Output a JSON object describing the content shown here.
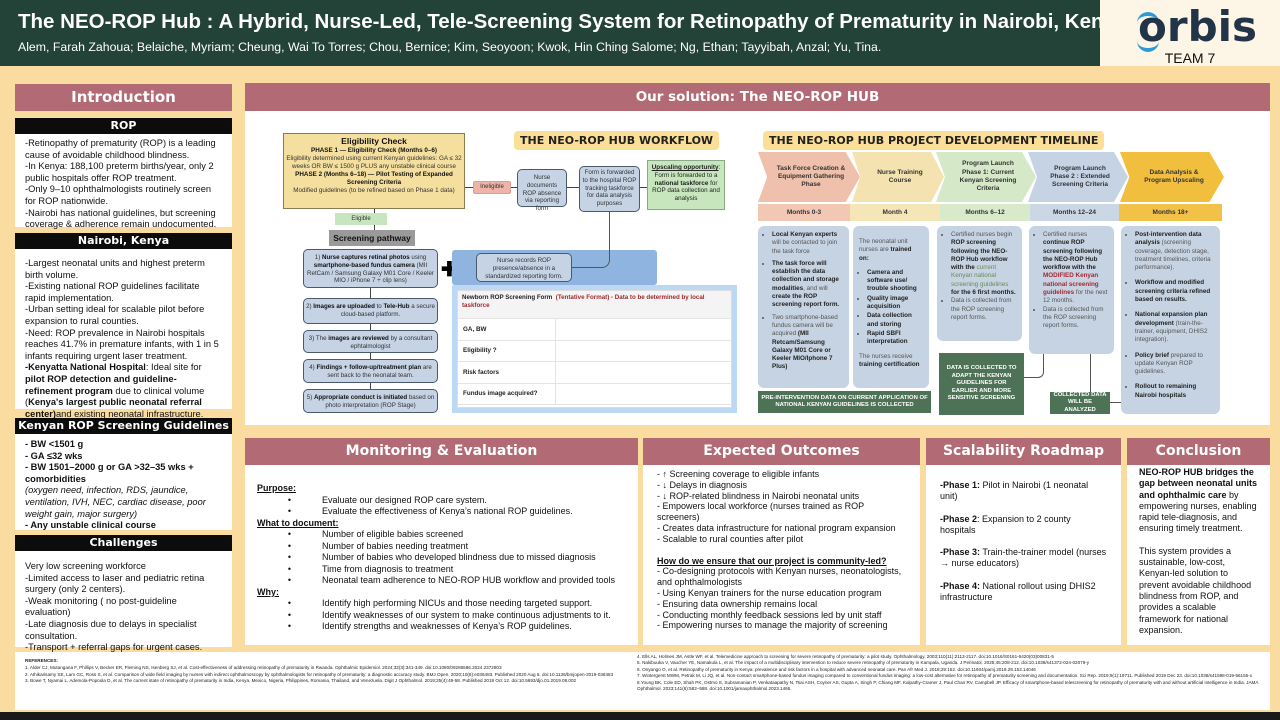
{
  "header": {
    "title": "The NEO-ROP Hub : A Hybrid, Nurse-Led, Tele-Screening System for Retinopathy of Prematurity in Nairobi, Kenya",
    "authors": "Alem, Farah Zahoua; Belaiche, Myriam; Cheung, Wai To Torres; Chou, Bernice; Kim, Seoyoon; Kwok, Hin Ching Salome; Ng, Ethan; Tayyibah, Anzal; Yu, Tina.",
    "logo_text": "orbis",
    "team": "TEAM 7"
  },
  "colors": {
    "header_bg": "#234238",
    "section_header": "#b26b74",
    "page_bg": "#fbdca0",
    "logo_accent": "#2e9bd6"
  },
  "introduction": {
    "title": "Introduction",
    "rop": {
      "title": "ROP",
      "lines": [
        "-Retinopathy of prematurity (ROP) is a leading cause of avoidable childhood blindness.",
        "-In Kenya: 188,100 preterm births/year, only 2 public hospitals offer ROP treatment.",
        "-Only 9–10 ophthalmologists routinely screen for ROP nationwide.",
        "-Nairobi has national guidelines, but screening coverage & adherence remain undocumented."
      ]
    },
    "nairobi": {
      "title": "Nairobi, Kenya",
      "lines": [
        "-Largest neonatal units and highest preterm birth volume.",
        "-Existing national ROP guidelines facilitate rapid implementation.",
        "-Urban setting ideal for scalable pilot before expansion to rural counties.",
        "-Need: ROP prevalence in Nairobi hospitals reaches 41.7% in premature infants, with 1 in 5 infants requiring urgent laser treatment."
      ],
      "knh_label": "-Kenyatta National Hospital",
      "knh_t1": ": Ideal site for ",
      "knh_b1": "pilot ROP detection and guideline-refinement program",
      "knh_t2": " due to clinical volume (",
      "knh_b2": "Kenya's largest public neonatal referral center)",
      "knh_t3": "and existing neonatal infrastructure."
    },
    "guidelines": {
      "title": "Kenyan ROP Screening Guidelines",
      "items": [
        "- BW <1501 g",
        "- GA ≤32 wks",
        "- BW 1501–2000 g or GA >32–35 wks + comorbidities"
      ],
      "comorbidities": "(oxygen need, infection, RDS, jaundice, ventilation, IVH, NEC, cardiac disease, poor weight gain, major surgery)",
      "last": "- Any unstable clinical course"
    },
    "challenges": {
      "title": "Challenges",
      "lines": [
        "Very low screening workforce",
        "-Limited access to laser and pediatric retina surgery (only 2 centers).",
        "-Weak monitoring ( no post-guideline evaluation)",
        "-Late diagnosis due to delays in specialist consultation.",
        "-Transport + referral gaps for urgent cases."
      ]
    }
  },
  "solution": {
    "title": "Our solution: The NEO-ROP HUB",
    "workflow": {
      "title": "THE NEO-ROP HUB WORKFLOW",
      "eligibility": {
        "title": "Eligibility Check",
        "phase1": "PHASE 1 — Eligibility Check (Months 0–6)",
        "phase1_desc": "Eligibility determined using current Kenyan guidelines: GA ≤ 32 weeks OR BW ≤ 1500 g PLUS any unstable clinical course",
        "phase2": "PHASE 2 (Months 6–18) — Pilot Testing of Expanded Screening Criteria",
        "phase2_desc": "Modified guidelines (to be refined based on Phase 1 data)"
      },
      "ineligible": "Ineligible",
      "eligible": "Eligible",
      "pathway": "Screening pathway",
      "documents": "Nurse documents ROP absence via reporting form",
      "forwarded": "Form is forwarded to the hospital ROP tracking taskforce for data analysis purposes",
      "upscaling_title": "Upscaling opportunity",
      "upscaling_t1": ": Form is forwarded to a ",
      "upscaling_b": "national taskforce",
      "upscaling_t2": " for ROP data collection and analysis",
      "records": "Nurse records ROP presence/absence in a standardized reporting form.",
      "steps": [
        {
          "pre": "1) ",
          "bold": "Nurse captures retinal photos",
          "post": " using ",
          "bold2": "smartphone-based fundus camera",
          "post2": " (MII RetCam / Samsung Galaxy M01 Core / Keeler MIO / iPhone 7 + clip lens)"
        },
        {
          "pre": "2) ",
          "bold": "Images are uploaded",
          "post": " to ",
          "bold2": "Tele-Hub",
          "post2": " a secure cloud-based platform."
        },
        {
          "pre": "3) The ",
          "bold": "images are reviewed",
          "post": " by a consultant ephtalmologist",
          "bold2": "",
          "post2": ""
        },
        {
          "pre": "4) ",
          "bold": "Findings + follow-up/treatment plan",
          "post": " are sent back to the neonatal team.",
          "bold2": "",
          "post2": ""
        },
        {
          "pre": "5) ",
          "bold": "Appropriate conduct is initiated",
          "post": " based on photo interpretation (ROP Stage)",
          "bold2": "",
          "post2": ""
        }
      ],
      "form": {
        "title": "Newborn ROP Screening Form",
        "note": "(Tentative Format) - Data to be determined by local taskforce",
        "rows": [
          "GA, BW",
          "Eligibility ?",
          "Risk factors",
          "Fundus image acquired?"
        ]
      }
    },
    "timeline": {
      "title": "THE NEO-ROP HUB PROJECT DEVELOPMENT TIMELINE",
      "phases": [
        {
          "name": "Task Force Creation & Equipment Gathering Phase",
          "months": "Months 0-3",
          "color": "#efc0ab",
          "mcolor": "#f2c8b4"
        },
        {
          "name": "Nurse Training Course",
          "months": "Month 4",
          "color": "#f4e3b0",
          "mcolor": "#f5e6b8"
        },
        {
          "name": "Program Launch Phase 1: Current Kenyan Screening Criteria",
          "months": "Months 6–12",
          "color": "#d5e8c7",
          "mcolor": "#d9eacb"
        },
        {
          "name": "Program Launch Phase 2 : Extended Screening Criteria",
          "months": "Months 12–24",
          "color": "#c6d3e5",
          "mcolor": "#ccd7e6"
        },
        {
          "name": "Data Analysis & Program Upscaling",
          "months": "Months 18+",
          "color": "#f1bf3d",
          "mcolor": "#f1c148"
        }
      ],
      "card1": {
        "b1": "Local Kenyan experts",
        "t1": " will be contacted to join the task force",
        "b2": "The task force will establish the data collection and storage modalities",
        "t2": ", and will ",
        "b3": "create the ROP screening report form.",
        "t3": "Two smartphone-based fundus camera will be acquired ",
        "b4": "(MII Retcam/Samsung Galaxy M01 Core or Keeler MIO/Iphone 7 Plus)"
      },
      "card2": {
        "intro": "The neonatal unit nurses are ",
        "intro_b": "trained on:",
        "items": [
          "Camera and software use/ trouble shooting",
          "Quality image acquisition",
          "Data collection and storing",
          "Rapid SBFI interpretation"
        ],
        "outro": "The nurses receive ",
        "outro_b": "training certification"
      },
      "card3": {
        "t1": "Certified nurses begin ",
        "b1": "ROP screening following the NEO-ROP Hub workflow with the",
        "g1": " current Kenyan national screening guidelines",
        "b2": " for the 6 first months.",
        "t2": "Data is collected from the ROP screening report forms."
      },
      "card4": {
        "t1": "Certified nurses ",
        "b1": "continue ROP screening following the NEO-ROP Hub workflow with the ",
        "r1": "MODIFIED Kenyan national screening guidelines",
        "t2": " for the next 12 months.",
        "t3": "Data is collected from the ROP screening report forms."
      },
      "card5": {
        "items": [
          {
            "b": "Post-intervention data analysis",
            "t": " (screening coverage, detection stage, treatment timelines, criteria performance)."
          },
          {
            "b": "Workflow and modified screening criteria refined based on results.",
            "t": ""
          },
          {
            "b": "National expansion plan development",
            "t": " (train-the-trainer, equipment, DHIS2 integration)."
          },
          {
            "b": "Policy brief",
            "t": " prepared to update Kenyan ROP guidelines."
          },
          {
            "b": "Rollout to remaining Nairobi hospitals",
            "t": ""
          }
        ]
      },
      "pre_data": "PRE-INTERVENTION DATA ON CURRENT APPLICATION OF NATIONAL KENYAN GUIDELINES IS COLLECTED",
      "adapt": "DATA IS COLLECTED TO ADAPT THE KENYAN GUIDELINES FOR EARLIER AND MORE SENSITIVE SCREENING",
      "analyzed": "COLLECTED DATA WILL BE ANALYZED"
    }
  },
  "monitoring": {
    "title": "Monitoring & Evaluation",
    "purpose_label": "Purpose",
    "purpose": [
      "Evaluate our designed ROP care system.",
      "Evaluate the effectiveness of Kenya’s national ROP guidelines."
    ],
    "document_label": "What to document:",
    "document": [
      "Number of eligible babies screened",
      "Number of babies needing treatment",
      "Number of babies who developed blindness due to missed diagnosis",
      "Time from diagnosis to treatment",
      "Neonatal team adherence to NEO-ROP HUB workflow and provided tools"
    ],
    "why_label": "Why:",
    "why": [
      "Identify high performing NICUs and those needing targeted support.",
      "Identify weaknesses of our system to make continuous adjustments to it.",
      "Identify strengths and weaknesses of Kenya’s ROP guidelines."
    ]
  },
  "outcomes": {
    "title": "Expected Outcomes",
    "items": [
      "- ↑ Screening coverage to eligible infants",
      "- ↓ Delays in diagnosis",
      "- ↓ ROP-related blindness in Nairobi neonatal units",
      "- Empowers local workforce (nurses trained as ROP screeners)",
      "- Creates data infrastructure for national program expansion",
      "- Scalable to rural counties after pilot"
    ],
    "question": "How do we ensure that our project is community-led?",
    "answers": [
      "- Co-designing protocols with Kenyan nurses, neonatologists, and ophthalmologists",
      "- Using Kenyan trainers for the nurse education program",
      "- Ensuring data ownership remains local",
      "- Conducting monthly feedback sessions led by unit staff",
      "- Empowering nurses to manage the majority of screening"
    ]
  },
  "roadmap": {
    "title": "Scalability Roadmap",
    "phases": [
      {
        "label": "-Phase 1:",
        "text": " Pilot in Nairobi (1 neonatal unit)"
      },
      {
        "label": "-Phase 2",
        "text": ": Expansion to 2 county hospitals"
      },
      {
        "label": "-Phase 3:",
        "text": " Train-the-trainer model (nurses → nurse educators)"
      },
      {
        "label": "-Phase 4:",
        "text": " National rollout using DHIS2 infrastructure"
      }
    ]
  },
  "conclusion": {
    "title": "Conclusion",
    "bold": "NEO-ROP HUB bridges the gap between neonatal units and ophthalmic care",
    "text1": " by empowering nurses, enabling rapid tele-diagnosis, and ensuring timely treatment.",
    "text2": "This system provides a sustainable, low-cost, Kenyan-led solution to prevent avoidable childhood blindness from ROP, and provides a scalable framework for national expansion."
  },
  "references": {
    "title": "REFERENCES:",
    "left": [
      "1. Alder CJ, Mutangana F, Phillips V, Becker ER, Fleming NS, Isenberg SJ, et al. Cost-effectiveness of addressing retinopathy of prematurity in Rwanda. Ophthalmic Epidemiol. 2024;32(3):341-349. doi:10.1080/09286586.2024.2372803",
      "2. Athikarisamy SE, Lam GC, Ross S, et al. Comparison of wide field imaging by nurses with indirect ophthalmoscopy by ophthalmologists for retinopathy of prematurity: a diagnostic accuracy study. BMJ Open. 2020;10(8):e036483. Published 2020 Aug 5. doi:10.1136/bmjopen-2019-036483",
      "3. Bowe T, Nyamai L, Ademola-Popoola D, et al. The current state of retinopathy of prematurity in India, Kenya, Mexico, Nigeria, Philippines, Romania, Thailand, and Venezuela. Digit J Ophthalmol. 2019;25(4):49-58. Published 2019 Oct 12. doi:10.5693/djo.01.2019.08.002"
    ],
    "right": [
      "4. Ells AL, Holmes JM, Astle WF, et al. Telemedicine approach to screening for severe retinopathy of prematurity: a pilot study. Ophthalmology. 2003;110(11):2113-2117. doi:10.1016/S0161-6420(03)00831-5",
      "5. Nakibuuka V, Vaucher YE, Namakula L, et al. The impact of a multidisciplinary intervention to reduce severe retinopathy of prematurity in Kampala, Uganda. J Perinatol. 2025;45:208-212. doi:10.1038/s41372-024-02079-y",
      "6. Onyango O, et al. Retinopathy of prematurity in Kenya: prevalence and risk factors in a hospital with advanced neonatal care. Pan Afr Med J. 2018;29:152. doi:10.11604/pamj.2018.29.152.14046",
      "7. Wintergerst MWM, Petrak M, Li JQ, et al. Non-contact smartphone-based fundus imaging compared to conventional fundus imaging: a low-cost alternative for retinopathy of prematurity screening and documentation. Sci Rep. 2019;9(1):19711. Published 2019 Dec 23. doi:10.1038/s41598-019-56155-x",
      "8.Young BK, Cole ED, Shah PK, Ostmo S, Subramanian P, Venkataapathy N, Tsai ASH, Coyner AS, Gupta A, Singh P, Chiang MF, Kalpathy-Cramer J, Paul Chan RV, Campbell JP. Efficacy of smartphone-based telescreening for retinopathy of prematurity with and without artificial intelligence in India. JAMA Ophthalmol. 2023;141(6):582–588. doi:10.1001/jamaophthalmol.2023.1466."
    ]
  }
}
